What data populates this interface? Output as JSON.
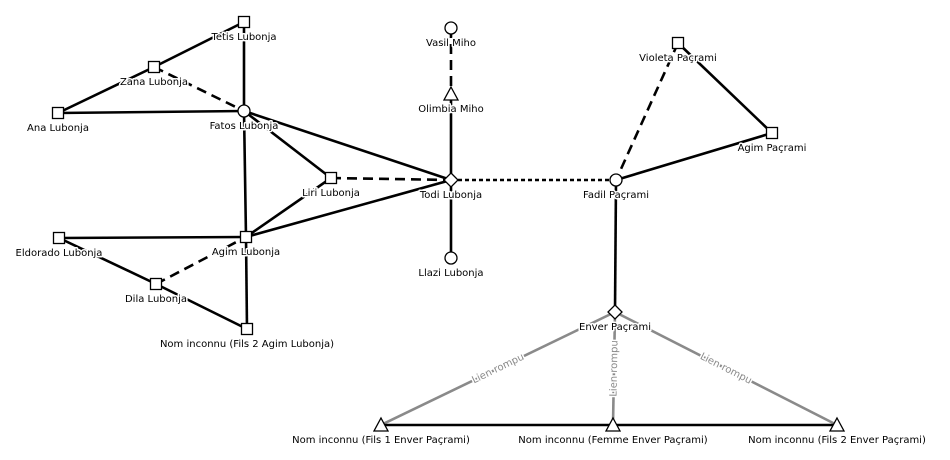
{
  "nodes": [
    {
      "id": "tetis",
      "label": "Tetis Lubonja",
      "shape": "square"
    },
    {
      "id": "zana",
      "label": "Zana Lubonja",
      "shape": "square"
    },
    {
      "id": "ana",
      "label": "Ana Lubonja",
      "shape": "square"
    },
    {
      "id": "fatos",
      "label": "Fatos Lubonja",
      "shape": "circle"
    },
    {
      "id": "liri",
      "label": "Liri Lubonja",
      "shape": "square"
    },
    {
      "id": "agim_l",
      "label": "Agim Lubonja",
      "shape": "square"
    },
    {
      "id": "eldorado",
      "label": "Eldorado Lubonja",
      "shape": "square"
    },
    {
      "id": "dila",
      "label": "Dila Lubonja",
      "shape": "square"
    },
    {
      "id": "nom_agim",
      "label": "Nom inconnu (Fils 2 Agim Lubonja)",
      "shape": "square"
    },
    {
      "id": "vasil",
      "label": "Vasil Miho",
      "shape": "circle"
    },
    {
      "id": "olimbia",
      "label": "Olimbia Miho",
      "shape": "triangle"
    },
    {
      "id": "todi",
      "label": "Todi Lubonja",
      "shape": "diamond"
    },
    {
      "id": "llazi",
      "label": "Llazi Lubonja",
      "shape": "circle"
    },
    {
      "id": "violeta",
      "label": "Violeta Paçrami",
      "shape": "square"
    },
    {
      "id": "agim_p",
      "label": "Agim Paçrami",
      "shape": "square"
    },
    {
      "id": "fadil",
      "label": "Fadil Paçrami",
      "shape": "circle"
    },
    {
      "id": "enver",
      "label": "Enver Paçrami",
      "shape": "diamond"
    },
    {
      "id": "fils1",
      "label": "Nom inconnu (Fils 1 Enver Paçrami)",
      "shape": "triangle"
    },
    {
      "id": "femme",
      "label": "Nom inconnu (Femme Enver Paçrami)",
      "shape": "triangle"
    },
    {
      "id": "fils2",
      "label": "Nom inconnu (Fils 2 Enver Paçrami)",
      "shape": "triangle"
    }
  ],
  "edges": [
    {
      "from": "tetis",
      "to": "zana",
      "style": "solid"
    },
    {
      "from": "tetis",
      "to": "fatos",
      "style": "solid"
    },
    {
      "from": "zana",
      "to": "ana",
      "style": "solid"
    },
    {
      "from": "zana",
      "to": "fatos",
      "style": "dashed"
    },
    {
      "from": "ana",
      "to": "fatos",
      "style": "solid"
    },
    {
      "from": "fatos",
      "to": "liri",
      "style": "solid"
    },
    {
      "from": "fatos",
      "to": "agim_l",
      "style": "solid"
    },
    {
      "from": "fatos",
      "to": "todi",
      "style": "solid"
    },
    {
      "from": "liri",
      "to": "agim_l",
      "style": "solid"
    },
    {
      "from": "liri",
      "to": "todi",
      "style": "dashed"
    },
    {
      "from": "agim_l",
      "to": "todi",
      "style": "solid"
    },
    {
      "from": "eldorado",
      "to": "agim_l",
      "style": "solid"
    },
    {
      "from": "eldorado",
      "to": "dila",
      "style": "solid"
    },
    {
      "from": "dila",
      "to": "agim_l",
      "style": "dashed"
    },
    {
      "from": "dila",
      "to": "nom_agim",
      "style": "solid"
    },
    {
      "from": "agim_l",
      "to": "nom_agim",
      "style": "solid"
    },
    {
      "from": "vasil",
      "to": "olimbia",
      "style": "dashed"
    },
    {
      "from": "olimbia",
      "to": "todi",
      "style": "solid"
    },
    {
      "from": "todi",
      "to": "llazi",
      "style": "solid"
    },
    {
      "from": "todi",
      "to": "fadil",
      "style": "dotted"
    },
    {
      "from": "violeta",
      "to": "fadil",
      "style": "dashed"
    },
    {
      "from": "violeta",
      "to": "agim_p",
      "style": "solid"
    },
    {
      "from": "fadil",
      "to": "agim_p",
      "style": "solid"
    },
    {
      "from": "fadil",
      "to": "enver",
      "style": "solid"
    },
    {
      "from": "enver",
      "to": "fils1",
      "style": "broken",
      "label": "Lien rompu"
    },
    {
      "from": "enver",
      "to": "femme",
      "style": "broken",
      "label": "Lien rompu"
    },
    {
      "from": "enver",
      "to": "fils2",
      "style": "broken",
      "label": "Lien rompu"
    },
    {
      "from": "fils1",
      "to": "fils2",
      "style": "solid"
    }
  ]
}
